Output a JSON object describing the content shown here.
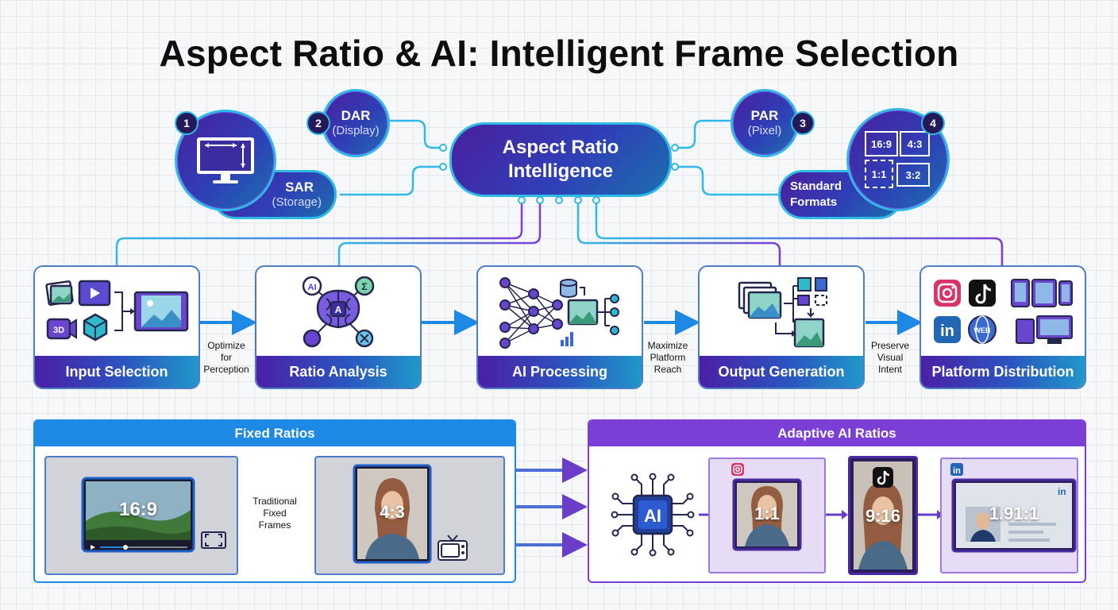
{
  "title": "Aspect Ratio & AI: Intelligent Frame Selection",
  "hub": {
    "line1": "Aspect Ratio",
    "line2": "Intelligence"
  },
  "concepts": [
    {
      "number": "1",
      "main": "SAR",
      "sub": "(Storage)"
    },
    {
      "number": "2",
      "main": "DAR",
      "sub": "(Display)"
    },
    {
      "number": "3",
      "main": "PAR",
      "sub": "(Pixel)"
    },
    {
      "number": "4",
      "main_line1": "Standard",
      "main_line2": "Formats",
      "formats": [
        "16:9",
        "4:3",
        "1:1",
        "3:2"
      ]
    }
  ],
  "stages": [
    {
      "label": "Input Selection"
    },
    {
      "label": "Ratio Analysis",
      "icon_texts": [
        "AI",
        "Σ",
        "A"
      ]
    },
    {
      "label": "AI Processing"
    },
    {
      "label": "Output Generation"
    },
    {
      "label": "Platform Distribution",
      "icon_texts": [
        "in",
        "WEB"
      ]
    }
  ],
  "connectors": [
    {
      "line1": "",
      "line2": "",
      "line3": ""
    },
    {
      "line1": "Optimize",
      "line2": "for",
      "line3": "Perception"
    },
    {
      "line1": "",
      "line2": "",
      "line3": ""
    },
    {
      "line1": "Maximize",
      "line2": "Platform",
      "line3": "Reach"
    },
    {
      "line1": "Preserve",
      "line2": "Visual",
      "line3": "Intent"
    }
  ],
  "fixed_panel": {
    "title": "Fixed Ratios",
    "note": {
      "line1": "Traditional",
      "line2": "Fixed",
      "line3": "Frames"
    },
    "frames": [
      {
        "ratio": "16:9"
      },
      {
        "ratio": "4:3"
      }
    ]
  },
  "adaptive_panel": {
    "title": "Adaptive AI Ratios",
    "chip_label": "AI",
    "frames": [
      {
        "ratio": "1:1"
      },
      {
        "ratio": "9:16"
      },
      {
        "ratio": "1.91:1"
      }
    ],
    "linkedin_glyph": "in"
  },
  "colors": {
    "accent_blue": "#1e88e5",
    "accent_purple": "#7b3fd6",
    "cyan": "#2fb9e6",
    "navy": "#2a2d8c"
  }
}
